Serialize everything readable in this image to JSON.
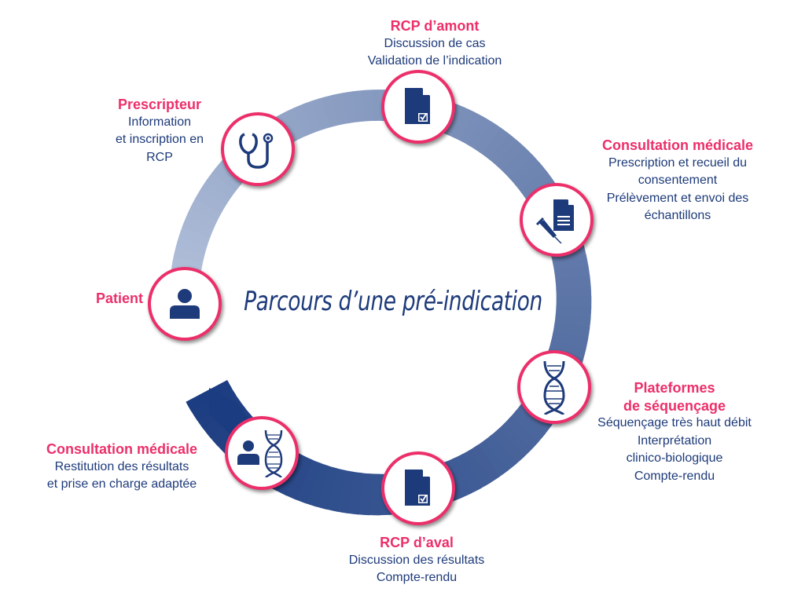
{
  "title": "Parcours d’une pré-indication",
  "colors": {
    "accent": "#ec2f6a",
    "navy": "#1d3a7a",
    "ring_light": "#b8c5dd",
    "ring_dark": "#1b3c80"
  },
  "steps": {
    "patient": {
      "heading": "Patient",
      "icon": "person-icon"
    },
    "prescripteur": {
      "heading": "Prescripteur",
      "lines": [
        "Information",
        "et inscription en",
        "RCP"
      ],
      "icon": "stethoscope-icon"
    },
    "rcp_amont": {
      "heading": "RCP d’amont",
      "lines": [
        "Discussion de cas",
        "Validation de l’indication"
      ],
      "icon": "document-check-icon"
    },
    "consultation1": {
      "heading": "Consultation médicale",
      "lines": [
        "Prescription et recueil du",
        "consentement",
        "Prélèvement et envoi des",
        "échantillons"
      ],
      "icon": "document-syringe-icon"
    },
    "plateformes": {
      "heading": [
        "Plateformes",
        "de séquençage"
      ],
      "lines": [
        "Séquençage très haut débit",
        "Interprétation",
        "clinico-biologique",
        "Compte-rendu"
      ],
      "icon": "dna-icon"
    },
    "rcp_aval": {
      "heading": "RCP d’aval",
      "lines": [
        "Discussion des résultats",
        "Compte-rendu"
      ],
      "icon": "document-check-icon"
    },
    "consultation2": {
      "heading": "Consultation médicale",
      "lines": [
        "Restitution des résultats",
        "et prise en charge adaptée"
      ],
      "icon": "person-dna-icon"
    }
  }
}
